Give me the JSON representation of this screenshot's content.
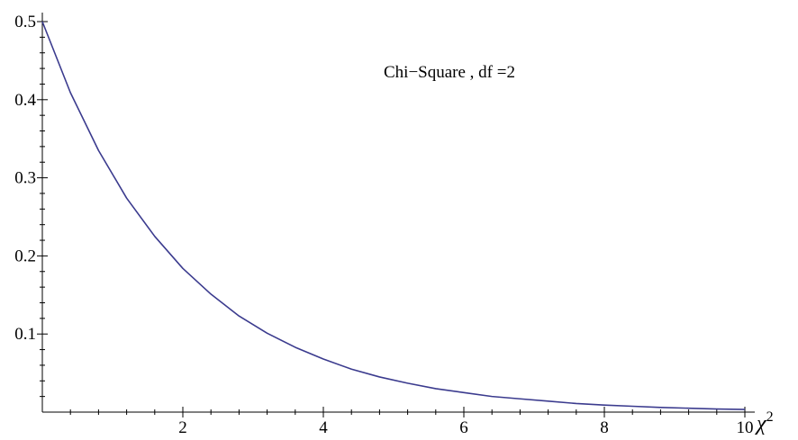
{
  "chart_data": {
    "type": "line",
    "title": "",
    "annotation": "Chi−Square ,  df =2",
    "xlabel": "χ",
    "xlabel_superscript": "2",
    "ylabel": "",
    "xlim": [
      0,
      10
    ],
    "ylim": [
      0,
      0.5
    ],
    "grid": false,
    "x_major_ticks": [
      2,
      4,
      6,
      8,
      10
    ],
    "x_tick_labels": [
      "2",
      "4",
      "6",
      "8",
      "10"
    ],
    "y_major_ticks": [
      0.1,
      0.2,
      0.3,
      0.4,
      0.5
    ],
    "y_tick_labels": [
      "0.1",
      "0.2",
      "0.3",
      "0.4",
      "0.5"
    ],
    "series": [
      {
        "color": "#3b3b8e",
        "x": [
          0,
          0.4,
          0.8,
          1.2,
          1.6,
          2.0,
          2.4,
          2.8,
          3.2,
          3.6,
          4.0,
          4.4,
          4.8,
          5.2,
          5.6,
          6.0,
          6.4,
          6.8,
          7.2,
          7.6,
          8.0,
          8.4,
          8.8,
          9.2,
          9.6,
          10.0
        ],
        "y": [
          0.5,
          0.409,
          0.335,
          0.274,
          0.225,
          0.184,
          0.151,
          0.123,
          0.101,
          0.083,
          0.068,
          0.055,
          0.045,
          0.037,
          0.03,
          0.025,
          0.02,
          0.017,
          0.014,
          0.011,
          0.009,
          0.0075,
          0.006,
          0.005,
          0.004,
          0.0034
        ]
      }
    ]
  }
}
